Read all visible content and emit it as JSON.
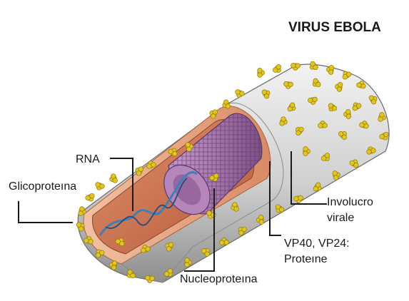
{
  "title": "VIRUS EBOLA",
  "labels": {
    "rna": "RNA",
    "glycoprotein": "Glicoproteına",
    "envelope_line1": "Involucro",
    "envelope_line2": "virale",
    "vp_line1": "VP40, VP24:",
    "vp_line2": "Proteıne",
    "nucleoprotein": "Nucleoproteına"
  },
  "colors": {
    "envelope": "#c9c9c9",
    "spike": "#e3c61a",
    "matrix": "#e6a07a",
    "interior": "#c56a4a",
    "nucleocapsid": "#9f6aa6",
    "rna": "#3f7fb8"
  }
}
